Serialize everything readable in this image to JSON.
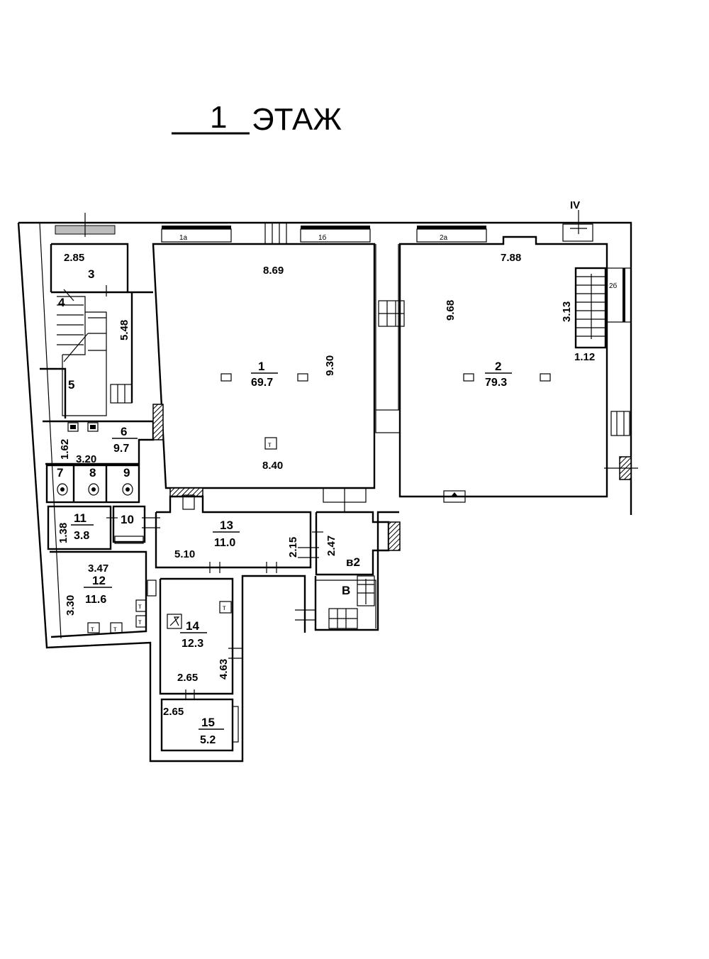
{
  "title": {
    "number": "1",
    "word": "ЭТАЖ"
  },
  "markers": {
    "axis": "IV",
    "entrance_b": "В",
    "stair_2b": "2б"
  },
  "windows": {
    "w1a": "1а",
    "w1b": "1б",
    "w2a": "2а"
  },
  "rooms": {
    "r1": {
      "no": "1",
      "area": "69.7",
      "d_top": "8.69",
      "d_side": "9.30",
      "d_bottom": "8.40"
    },
    "r2": {
      "no": "2",
      "area": "79.3",
      "d_top": "7.88",
      "d_side": "9.68",
      "d_stair_h": "3.13",
      "d_stair_w": "1.12"
    },
    "r3": {
      "no": "3",
      "d_top": "2.85",
      "d_side": "5.48"
    },
    "r4": {
      "no": "4"
    },
    "r5": {
      "no": "5"
    },
    "r6": {
      "no": "6",
      "area": "9.7",
      "d_side": "1.62",
      "d_top": "3.20"
    },
    "r7": {
      "no": "7"
    },
    "r8": {
      "no": "8"
    },
    "r9": {
      "no": "9"
    },
    "r10": {
      "no": "10"
    },
    "r11": {
      "no": "11",
      "area": "3.8",
      "d_side": "1.38"
    },
    "r12": {
      "no": "12",
      "area": "11.6",
      "d_top": "3.47",
      "d_side": "3.30"
    },
    "r13": {
      "no": "13",
      "area": "11.0",
      "d_bottom": "5.10",
      "d_side": "2.15"
    },
    "r14": {
      "no": "14",
      "area": "12.3",
      "d_bottom": "2.65",
      "d_side": "4.63"
    },
    "r15": {
      "no": "15",
      "area": "5.2",
      "d_top": "2.65"
    },
    "rv2": {
      "no": "в2",
      "d_side": "2.47"
    }
  },
  "symbols": {
    "t": "т"
  }
}
